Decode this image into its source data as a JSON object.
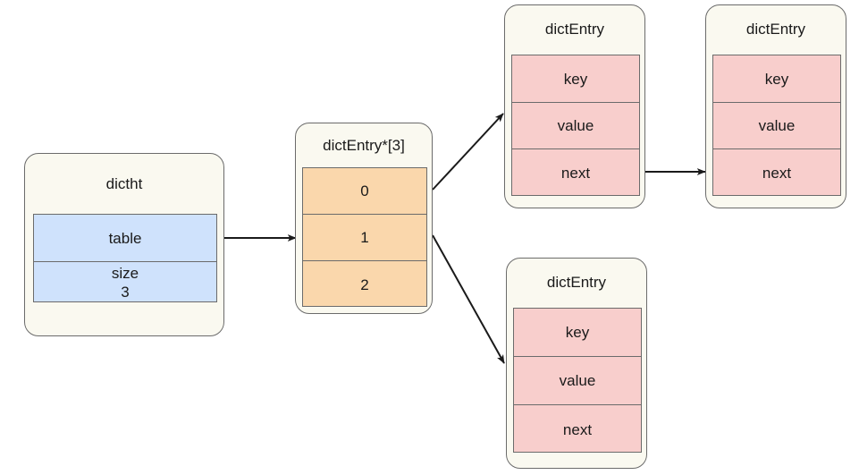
{
  "diagram": {
    "title": "dictht hash table structure",
    "background": "#ffffff",
    "colors": {
      "card_fill": "#faf9f0",
      "card_stroke": "#6b6b6b",
      "blue_fill": "#cfe2fc",
      "pink_fill": "#f8cecc",
      "orange_fill": "#fad7ac",
      "arrow_stroke": "#1a1a1a",
      "text": "#1a1a1a"
    }
  },
  "nodes": {
    "dictht": {
      "title": "dictht",
      "fields": [
        {
          "label": "table"
        },
        {
          "label": "size\n3"
        }
      ]
    },
    "table_array": {
      "title": "dictEntry*[3]",
      "fields": [
        {
          "label": "0"
        },
        {
          "label": "1"
        },
        {
          "label": "2"
        }
      ]
    },
    "entry_top_left": {
      "title": "dictEntry",
      "fields": [
        {
          "label": "key"
        },
        {
          "label": "value"
        },
        {
          "label": "next"
        }
      ]
    },
    "entry_top_right": {
      "title": "dictEntry",
      "fields": [
        {
          "label": "key"
        },
        {
          "label": "value"
        },
        {
          "label": "next"
        }
      ]
    },
    "entry_bottom": {
      "title": "dictEntry",
      "fields": [
        {
          "label": "key"
        },
        {
          "label": "value"
        },
        {
          "label": "next"
        }
      ]
    }
  },
  "edges": [
    {
      "name": "dictht-table-to-array",
      "from": "dictht.table",
      "to": "table_array"
    },
    {
      "name": "slot0-to-entry-top-left",
      "from": "table_array.0",
      "to": "entry_top_left"
    },
    {
      "name": "slot1-to-entry-bottom",
      "from": "table_array.1",
      "to": "entry_bottom"
    },
    {
      "name": "next-to-entry-top-right",
      "from": "entry_top_left.next",
      "to": "entry_top_right"
    }
  ]
}
